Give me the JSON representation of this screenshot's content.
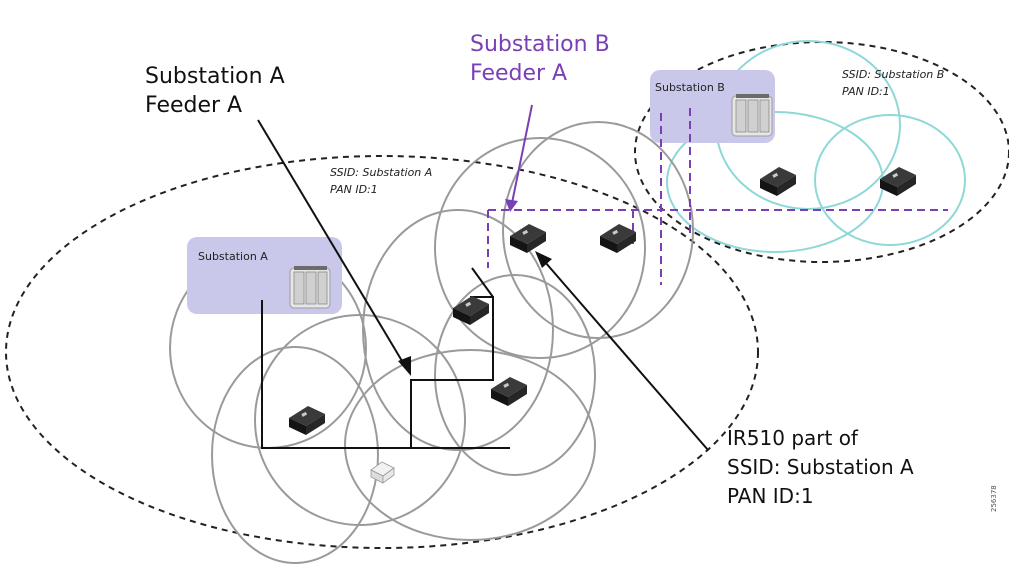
{
  "labels": {
    "substation_a_feeder_line1": "Substation A",
    "substation_a_feeder_line2": "Feeder A",
    "substation_b_feeder_line1": "Substation B",
    "substation_b_feeder_line2": "Feeder A",
    "ssid_a_line1": "SSID: Substation A",
    "ssid_a_line2": "PAN ID:1",
    "ssid_b_line1": "SSID: Substation B",
    "ssid_b_line2": "PAN ID:1",
    "substation_a_box": "Substation A",
    "substation_b_box": "Substation B",
    "ir510_line1": "IR510 part of",
    "ir510_line2": "SSID: Substation A",
    "ir510_line3": "PAN ID:1",
    "figure_id": "256378"
  },
  "colors": {
    "substation_box_fill": "#c9c8ea",
    "range_circle": "#9a9a9a",
    "range_circle_b": "#8fd8d8",
    "feeder_b_purple": "#7a3fb5",
    "feeder_line": "#111111",
    "device_body": "#1e1e1e"
  },
  "icons": {
    "router": "router-device-icon",
    "substation": "substation-equipment-icon",
    "meter": "meter-device-icon"
  }
}
